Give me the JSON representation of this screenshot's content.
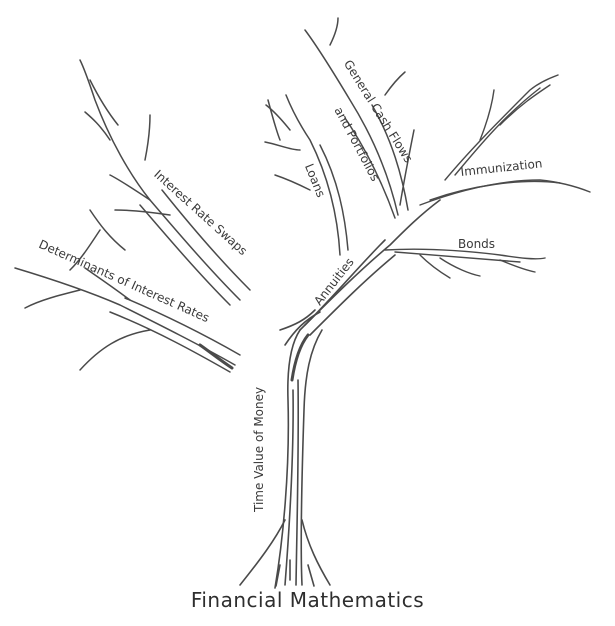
{
  "caption": "Financial Mathematics",
  "branches": {
    "trunk": "Time Value of Money",
    "annuities": "Annuities",
    "loans": "Loans",
    "general_cash_flows_line1": "General Cash Flows",
    "general_cash_flows_line2": "and Portfolios",
    "immunization": "Immunization",
    "bonds": "Bonds",
    "interest_rate_swaps": "Interest Rate Swaps",
    "determinants": "Determinants of Interest Rates"
  },
  "colors": {
    "ink": "#3a3a3a",
    "background": "#ffffff"
  }
}
